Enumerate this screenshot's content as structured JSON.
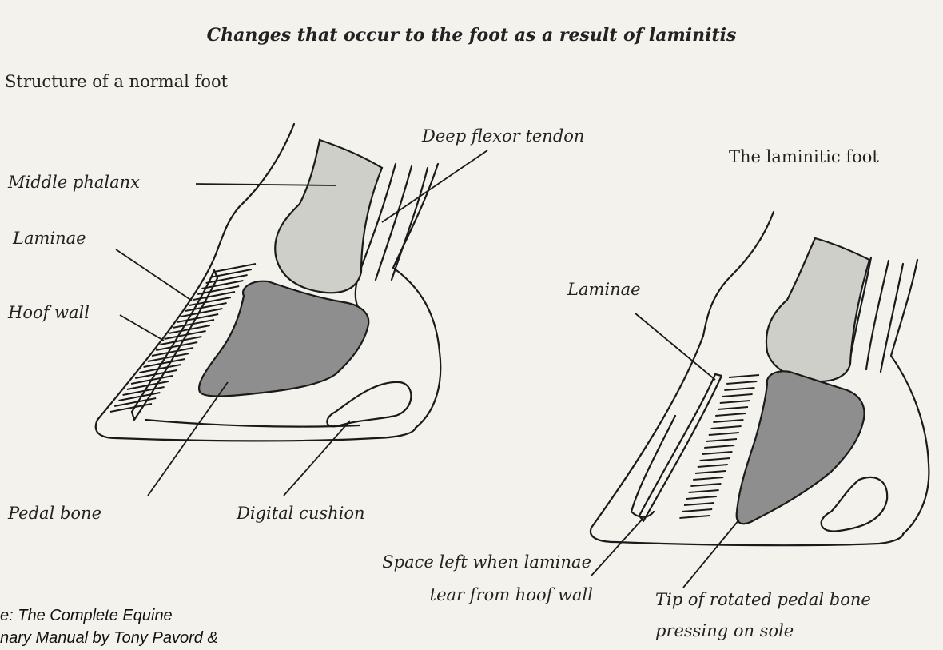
{
  "title": "Changes that occur to the foot as a result of laminitis",
  "normal_foot": {
    "heading": "Structure of a normal foot",
    "labels": {
      "deep_flexor_tendon": "Deep flexor tendon",
      "middle_phalanx": "Middle phalanx",
      "laminae": "Laminae",
      "hoof_wall": "Hoof wall",
      "pedal_bone": "Pedal bone",
      "digital_cushion": "Digital cushion"
    }
  },
  "laminitic_foot": {
    "heading": "The laminitic foot",
    "labels": {
      "laminae": "Laminae",
      "space_left_line1": "Space left when laminae",
      "space_left_line2": "tear from hoof wall",
      "tip_line1": "Tip of rotated pedal bone",
      "tip_line2": "pressing on sole"
    }
  },
  "source": {
    "line1": "e: The Complete Equine",
    "line2": "nary Manual by Tony Pavord &"
  },
  "colors": {
    "background": "#f4f2ec",
    "light_bone": "#cfcfc9",
    "dark_bone": "#8f8e8e",
    "line": "#1a1a1a"
  }
}
